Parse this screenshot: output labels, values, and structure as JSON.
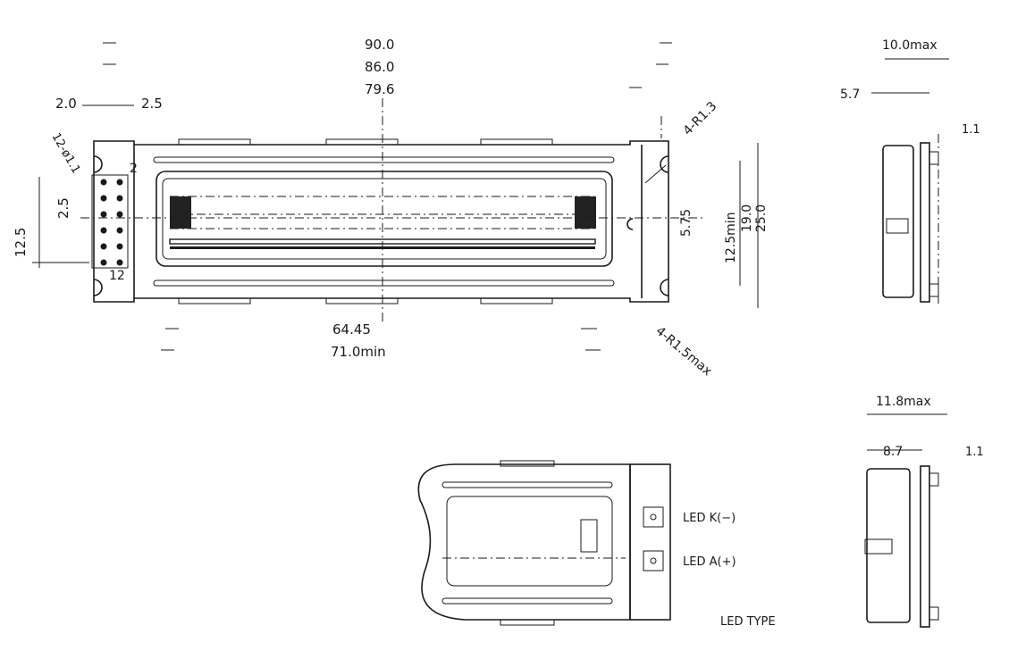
{
  "dimensions": {
    "top_width_90": "90.0",
    "top_width_86": "86.0",
    "top_width_796": "79.6",
    "pin_offset": "2.0",
    "pin_pitch_top": "2.5",
    "pin_hole": "12-ø1.1",
    "pin_label_2": "2",
    "pin_label_12": "12",
    "pin_span_vertical": "12.5",
    "pin_pitch_vertical": "2.5",
    "corner_radius_top": "4-R1.3",
    "corner_radius_bottom": "4-R1.5max",
    "viewing_height": "5.75",
    "height_min": "12.5min",
    "height_19": "19.0",
    "height_25": "25.0",
    "bottom_span": "64.45",
    "bottom_min": "71.0min",
    "side_thickness_max": "10.0max",
    "side_5_7": "5.7",
    "side_1_1": "1.1",
    "led_side_max": "11.8max",
    "led_side_8_7": "8.7",
    "led_side_1_1": "1.1"
  },
  "labels": {
    "led_k": "LED K(−)",
    "led_a": "LED A(+)",
    "led_type": "LED TYPE"
  }
}
